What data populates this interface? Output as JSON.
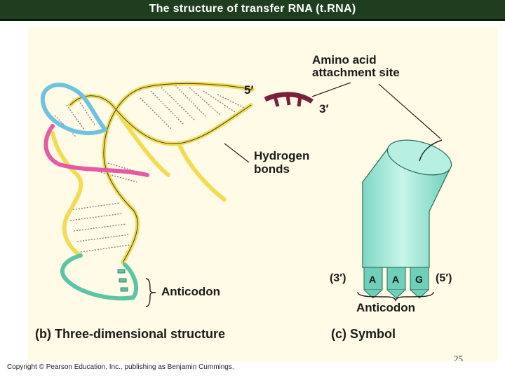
{
  "slide": {
    "title": "The structure of transfer RNA (t.RNA)",
    "page_number": "25",
    "copyright": "Copyright © Pearson Education, Inc., publishing as Benjamin Cummings."
  },
  "diagram": {
    "label_five_prime": "5′",
    "label_three_prime": "3′",
    "label_amino_line1": "Amino acid",
    "label_amino_line2": "attachment site",
    "label_hbonds_line1": "Hydrogen",
    "label_hbonds_line2": "bonds",
    "label_anticodon_left": "Anticodon",
    "label_caption_b": "(b) Three-dimensional structure",
    "label_caption_c": "(c) Symbol",
    "symbol": {
      "left_end": "(3′)",
      "right_end": "(5′)",
      "bases": [
        "A",
        "A",
        "G"
      ],
      "anticodon_label": "Anticodon"
    },
    "colors": {
      "backbone_yellow": "#f2dc55",
      "loop_blue": "#6ec3e0",
      "loop_pink": "#e55aa0",
      "anticodon_teal": "#5cc5a6",
      "amino_site_maroon": "#7a1f3d",
      "symbol_body": "#a6eadb"
    }
  }
}
